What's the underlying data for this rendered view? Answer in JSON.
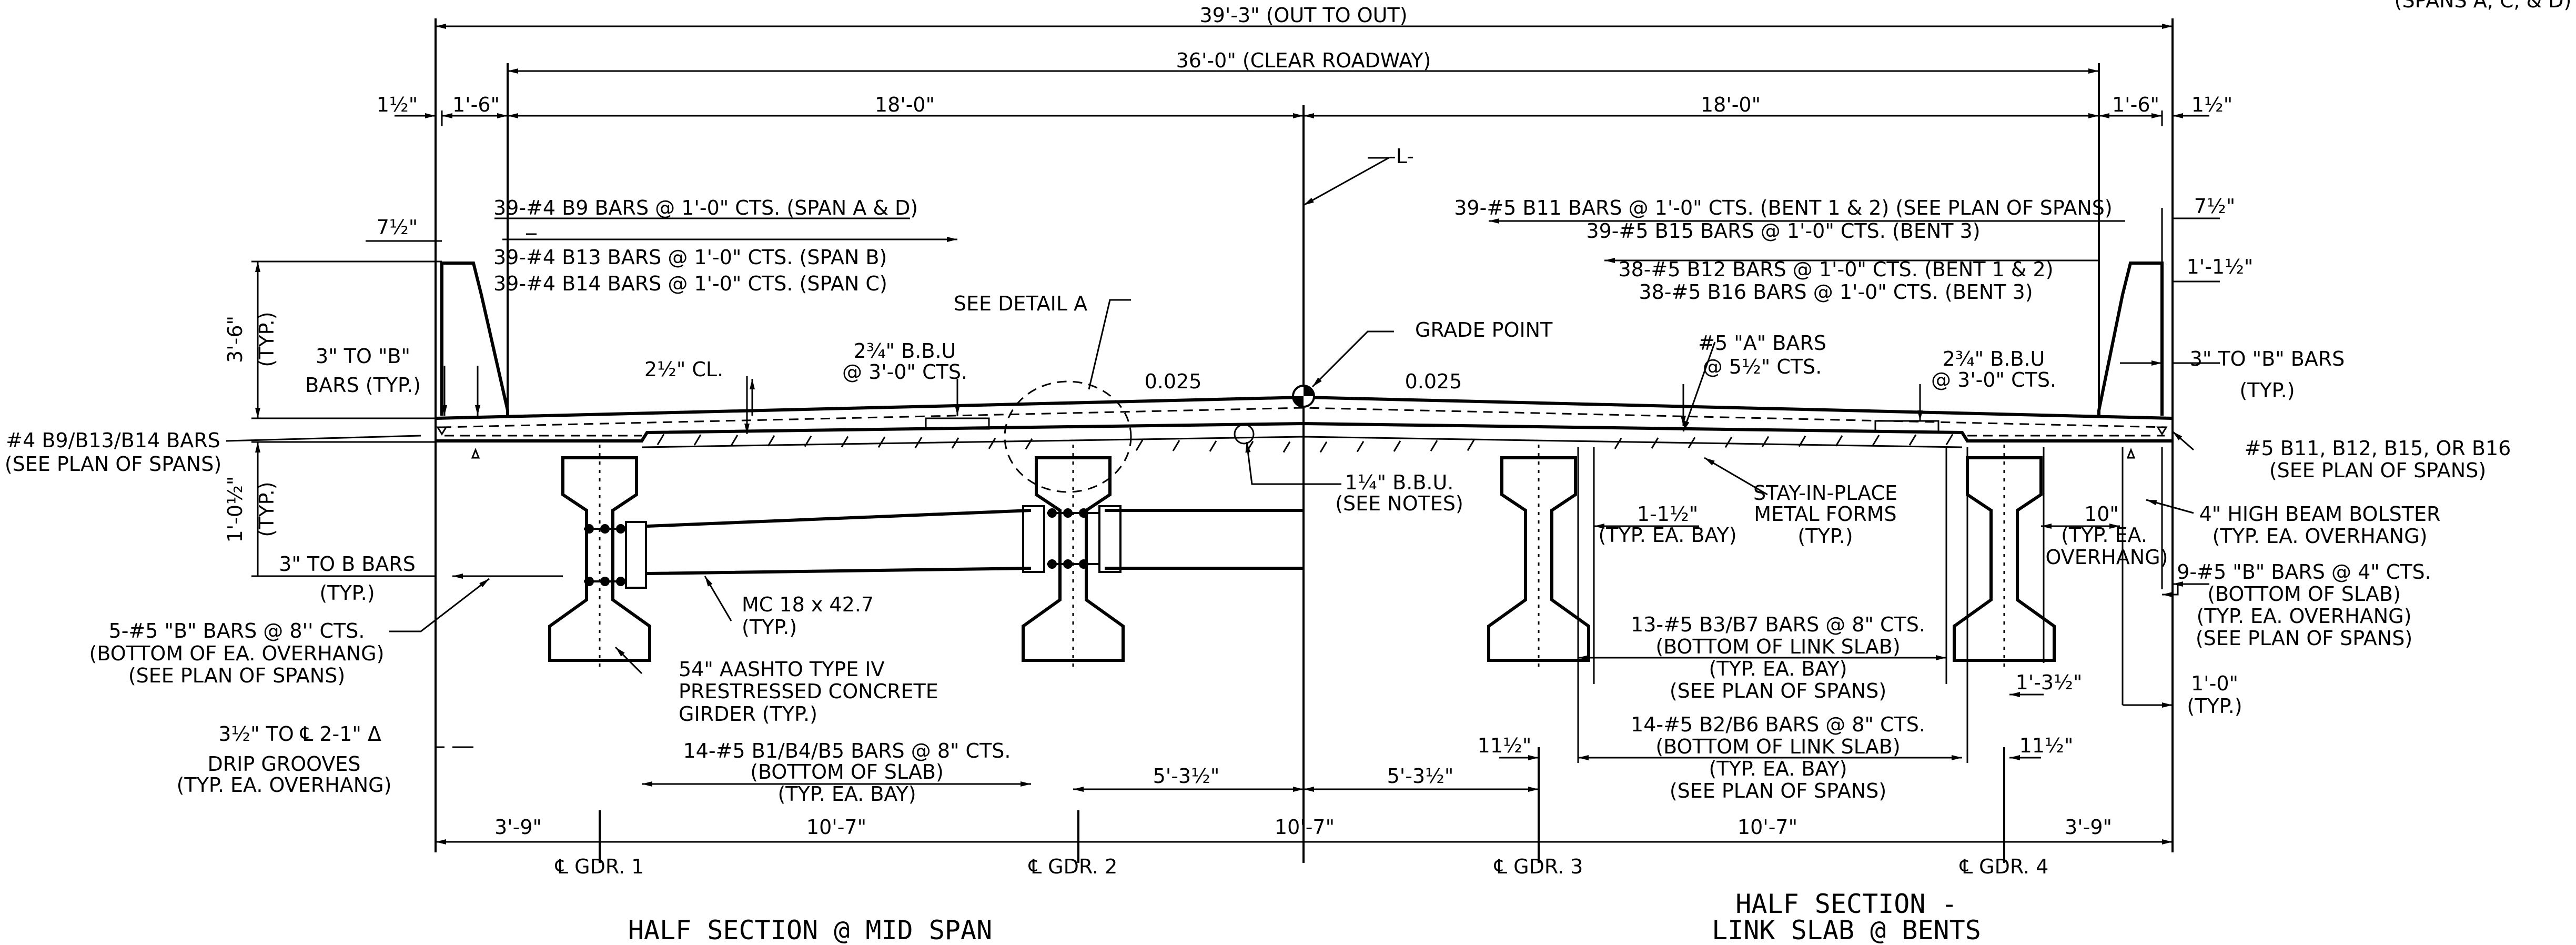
{
  "overall": {
    "out_to_out": "39'-3\" (OUT TO OUT)",
    "clear_roadway": "36'-0\" (CLEAR ROADWAY)"
  },
  "top_dims": {
    "left_half_in": "1½\"",
    "left_rail": "1'-6\"",
    "left_lane": "18'-0\"",
    "right_lane": "18'-0\"",
    "right_rail": "1'-6\"",
    "right_half_in": "1½\""
  },
  "centerline": {
    "label": "-L-",
    "grade_point": "GRADE POINT"
  },
  "corner_note": "(SPANS A, C, & D)",
  "left": {
    "rail_top": "7½\"",
    "rail_height": "3'-6\"",
    "rail_height_typ": "(TYP.)",
    "bars_b9": "39-#4 B9 BARS @ 1'-0\" CTS. (SPAN A & D)",
    "bars_b13": "39-#4 B13 BARS @ 1'-0\" CTS. (SPAN B)",
    "bars_b14": "39-#4 B14 BARS @ 1'-0\" CTS. (SPAN C)",
    "to_b_1": "3\" TO \"B\"",
    "to_b_2": "BARS (TYP.)",
    "cl": "2½\" CL.",
    "bbu_1": "2¾\" B.B.U",
    "bbu_2": "@ 3'-0\" CTS.",
    "see_detail": "SEE DETAIL A",
    "slope": "0.025",
    "bar_note_1": "#4 B9/B13/B14 BARS",
    "bar_note_2": "(SEE PLAN OF SPANS)",
    "deck_depth": "1'-0½\"",
    "deck_depth_typ": "(TYP.)",
    "to_b_bars_1": "3\" TO B BARS",
    "to_b_bars_2": "(TYP.)",
    "five_b_1": "5-#5 \"B\" BARS @ 8'' CTS.",
    "five_b_2": "(BOTTOM OF EA. OVERHANG)",
    "five_b_3": "(SEE PLAN OF SPANS)",
    "drip_1": "3½\" TO ℄ 2-1\" Δ",
    "drip_2": "DRIP GROOVES",
    "drip_3": "(TYP. EA. OVERHANG)",
    "mc_1": "MC 18 x 42.7",
    "mc_2": "(TYP.)",
    "girder_1": "54\" AASHTO TYPE IV",
    "girder_2": "PRESTRESSED CONCRETE",
    "girder_3": "GIRDER (TYP.)",
    "bbu14_1": "1¼\" B.B.U.",
    "bbu14_2": "(SEE NOTES)",
    "b1_1": "14-#5 B1/B4/B5 BARS @ 8\" CTS.",
    "b1_2": "(BOTTOM OF SLAB)",
    "b1_3": "(TYP. EA. BAY)",
    "half_a": "5'-3½\"",
    "half_b": "5'-3½\"",
    "title": "HALF SECTION @ MID SPAN"
  },
  "right": {
    "b11": "39-#5 B11 BARS @ 1'-0\" CTS. (BENT 1 & 2) (SEE PLAN OF SPANS)",
    "b15": "39-#5 B15 BARS @ 1'-0\" CTS. (BENT 3)",
    "b12": "38-#5 B12 BARS @ 1'-0\" CTS. (BENT 1 & 2)",
    "b16": "38-#5 B16 BARS @ 1'-0\" CTS. (BENT 3)",
    "rail_top": "7½\"",
    "rail_w": "1'-1½\"",
    "a_bars_1": "#5 \"A\" BARS",
    "a_bars_2": "@ 5½\" CTS.",
    "bbu_1": "2¾\" B.B.U",
    "bbu_2": "@ 3'-0\" CTS.",
    "to_b_1": "3\" TO \"B\" BARS",
    "to_b_2": "(TYP.)",
    "slope": "0.025",
    "bar_note_1": "#5 B11, B12, B15, OR B16",
    "bar_note_2": "(SEE PLAN OF SPANS)",
    "bay_1": "1-1½\"",
    "bay_2": "(TYP. EA. BAY)",
    "forms_1": "STAY-IN-PLACE",
    "forms_2": "METAL FORMS",
    "forms_3": "(TYP.)",
    "ten_1": "10\"",
    "ten_2": "(TYP. EA.",
    "ten_3": "OVERHANG)",
    "bolster_1": "4\" HIGH BEAM BOLSTER",
    "bolster_2": "(TYP. EA. OVERHANG)",
    "nine_b_1": "9-#5 \"B\" BARS @ 4\" CTS.",
    "nine_b_2": "(BOTTOM OF SLAB)",
    "nine_b_3": "(TYP. EA. OVERHANG)",
    "nine_b_4": "(SEE PLAN OF SPANS)",
    "b3_1": "13-#5 B3/B7 BARS @ 8\" CTS.",
    "b3_2": "(BOTTOM OF LINK SLAB)",
    "b3_3": "(TYP. EA. BAY)",
    "b3_4": "(SEE PLAN OF SPANS)",
    "d1325": "1'-3½\"",
    "d10_1": "1'-0\"",
    "d10_2": "(TYP.)",
    "b2_1": "14-#5 B2/B6 BARS @ 8\" CTS.",
    "b2_2": "(BOTTOM OF LINK SLAB)",
    "b2_3": "(TYP. EA. BAY)",
    "b2_4": "(SEE PLAN OF SPANS)",
    "eleven_left": "11½\"",
    "eleven_right": "11½\"",
    "title_1": "HALF SECTION -",
    "title_2": "LINK SLAB @ BENTS"
  },
  "bottom_dims": {
    "ov_left": "3'-9\"",
    "bay_1": "10'-7\"",
    "bay_2": "10'-7\"",
    "bay_3": "10'-7\"",
    "ov_right": "3'-9\""
  },
  "girders": {
    "g1": "℄ GDR. 1",
    "g2": "℄ GDR. 2",
    "g3": "℄ GDR. 3",
    "g4": "℄ GDR. 4"
  }
}
